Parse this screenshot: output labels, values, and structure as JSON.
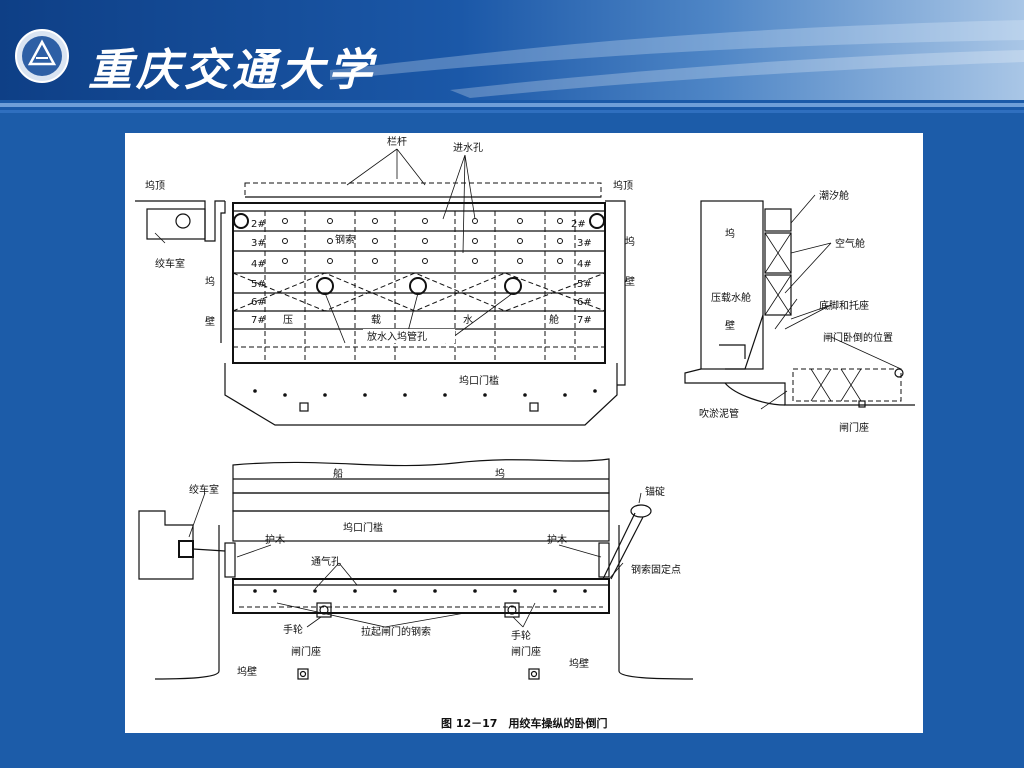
{
  "header": {
    "university_name": "重庆交通大学",
    "logo": "university-seal-icon"
  },
  "colors": {
    "background": "#1a5aa8",
    "banner_dark": "#0e3f86",
    "banner_light": "#a9c6e6",
    "figure_paper": "#ffffff"
  },
  "figure": {
    "caption": "图 12－17　用绞车操纵的卧倒门",
    "top_view": {
      "railing": "栏杆",
      "inlet_holes": "进水孔",
      "dock_top_left": "坞顶",
      "dock_top_right": "坞顶",
      "winch_room": "绞车室",
      "dock_wall_1": "坞",
      "dock_wall_2": "壁",
      "dock_wall_right_1": "坞",
      "dock_wall_right_2": "壁",
      "steel_cable": "钢索",
      "row_labels": [
        "2#",
        "3#",
        "4#",
        "5#",
        "6#",
        "7#"
      ],
      "ballast_1": "压",
      "ballast_2": "载",
      "ballast_3": "水",
      "ballast_4": "舱",
      "drain_pipe_hole": "放水入坞管孔",
      "dock_gate_sill": "坞口门槛"
    },
    "side_view": {
      "tidal_tank": "潮汐舱",
      "dock_1": "坞",
      "dock_2": "壁",
      "air_tank": "空气舱",
      "ballast_tank": "压载水舱",
      "base_and_support": "底脚和托座",
      "gate_lying_position": "闸门卧倒的位置",
      "dredging_pipe": "吹淤泥管",
      "gate_seat": "闸门座"
    },
    "plan_view": {
      "ship": "船",
      "dock": "坞",
      "winch_room": "绞车室",
      "anchor_bollard": "锚碇",
      "fender_left": "护木",
      "fender_right": "护木",
      "dock_gate_sill": "坞口门槛",
      "vent_hole": "通气孔",
      "cable_fixing_point": "钢索固定点",
      "hand_wheel_left": "手轮",
      "hand_wheel_right": "手轮",
      "lifting_cable": "拉起闸门的钢索",
      "gate_seat_left": "闸门座",
      "gate_seat_right": "闸门座",
      "dock_wall_left": "坞壁",
      "dock_wall_right": "坞壁"
    }
  }
}
